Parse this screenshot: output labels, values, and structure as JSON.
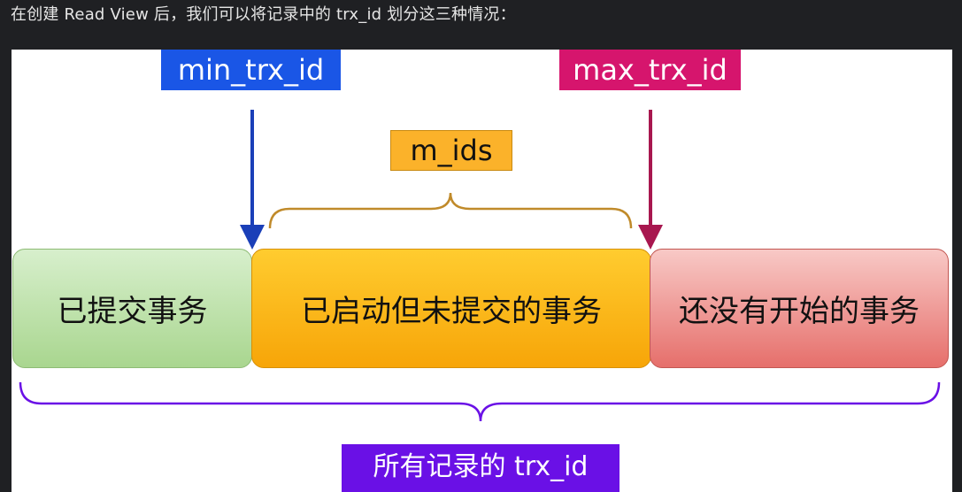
{
  "caption": "在创建 Read View 后，我们可以将记录中的 trx_id 划分这三种情况：",
  "diagram": {
    "labels": {
      "min_trx_id": "min_trx_id",
      "max_trx_id": "max_trx_id",
      "m_ids": "m_ids",
      "all": "所有记录的 trx_id"
    },
    "segments": [
      {
        "label": "已提交事务",
        "color": "#a9d68f"
      },
      {
        "label": "已启动但未提交的事务",
        "color": "#fbb22a"
      },
      {
        "label": "还没有开始的事务",
        "color": "#e66f6b"
      }
    ],
    "colors": {
      "min_arrow": "#1a3fb8",
      "max_arrow": "#a8174f",
      "mids_brace": "#c08a2a",
      "all_brace": "#6a10e6"
    }
  }
}
